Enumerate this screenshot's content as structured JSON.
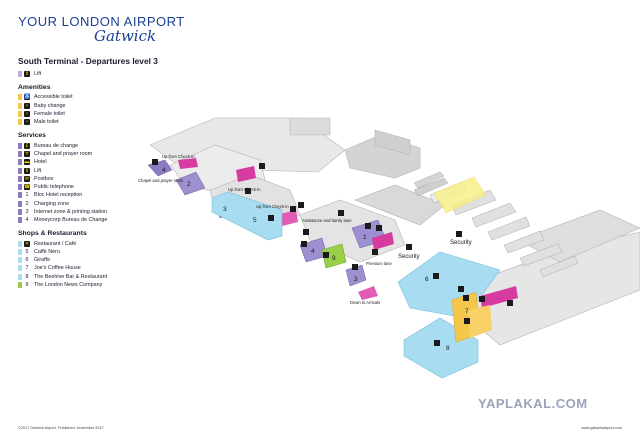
{
  "brand": {
    "line1": "YOUR LONDON AIRPORT",
    "line2": "Gatwick"
  },
  "title": "South Terminal - Departures level 3",
  "top_item": {
    "label": "Lift",
    "icon": "lift-icon",
    "color": "#c3a6d6"
  },
  "amenities": {
    "heading": "Amenities",
    "items": [
      {
        "label": "Accessible toilet",
        "icon": "wheelchair-icon",
        "color": "#f4c64a"
      },
      {
        "label": "Baby change",
        "icon": "baby-change-icon",
        "color": "#f4c64a"
      },
      {
        "label": "Female toilet",
        "icon": "female-toilet-icon",
        "color": "#f4c64a"
      },
      {
        "label": "Male toilet",
        "icon": "male-toilet-icon",
        "color": "#f4c64a"
      }
    ]
  },
  "services": {
    "heading": "Services",
    "items": [
      {
        "label": "Bureau de change",
        "icon": "currency-icon",
        "color": "#8e7cc3",
        "marker": ""
      },
      {
        "label": "Chapel and prayer room",
        "icon": "chapel-icon",
        "color": "#8e7cc3",
        "marker": ""
      },
      {
        "label": "Hotel",
        "icon": "hotel-icon",
        "color": "#8e7cc3",
        "marker": ""
      },
      {
        "label": "Lift",
        "icon": "lift-icon",
        "color": "#8e7cc3",
        "marker": ""
      },
      {
        "label": "Postbox",
        "icon": "postbox-icon",
        "color": "#8e7cc3",
        "marker": ""
      },
      {
        "label": "Public telephone",
        "icon": "phone-icon",
        "color": "#8e7cc3",
        "marker": ""
      },
      {
        "label": "Bloc Hotel reception",
        "icon": "",
        "color": "#8e7cc3",
        "marker": "1"
      },
      {
        "label": "Charging zone",
        "icon": "",
        "color": "#8e7cc3",
        "marker": "2"
      },
      {
        "label": "Internet zone & printing station",
        "icon": "",
        "color": "#8e7cc3",
        "marker": "3"
      },
      {
        "label": "Moneycorp Bureau de Change",
        "icon": "",
        "color": "#8e7cc3",
        "marker": "4"
      }
    ]
  },
  "shops": {
    "heading": "Shops & Restaurants",
    "items": [
      {
        "label": "Restaurant / Café",
        "icon": "restaurant-icon",
        "color": "#a8dcf0",
        "marker": ""
      },
      {
        "label": "Caffè Nero",
        "icon": "",
        "color": "#a8dcf0",
        "marker": "5"
      },
      {
        "label": "Giraffe",
        "icon": "",
        "color": "#a8dcf0",
        "marker": "6"
      },
      {
        "label": "Joe's Coffee House",
        "icon": "",
        "color": "#a8dcf0",
        "marker": "7"
      },
      {
        "label": "The Beehive Bar & Restaurant",
        "icon": "",
        "color": "#a8dcf0",
        "marker": "8"
      },
      {
        "label": "The London News Company",
        "icon": "",
        "color": "#9bcf4a",
        "marker": "9"
      }
    ]
  },
  "map_labels": {
    "chapel": "Chapel and prayer room",
    "up_checkin_1": "Up from Check-in",
    "up_checkin_2": "Up from Check-in",
    "up_checkin_3": "Up from Check-in",
    "assistance": "Assistance and family lane",
    "security_1": "Security",
    "security_2": "Security",
    "premium": "Premium lane",
    "down_arrivals": "Down to Arrivals",
    "n1": "1",
    "n2": "2",
    "n3": "3",
    "n4": "4",
    "n5": "5",
    "n6": "6",
    "n7": "7",
    "n8": "8",
    "n9": "9",
    "n3b": "3"
  },
  "footer": {
    "left": "©2017 Gatwick Airport. Published: November 2017",
    "right": "www.gatwickairport.com"
  },
  "watermark": "YAPLAKAL.COM"
}
